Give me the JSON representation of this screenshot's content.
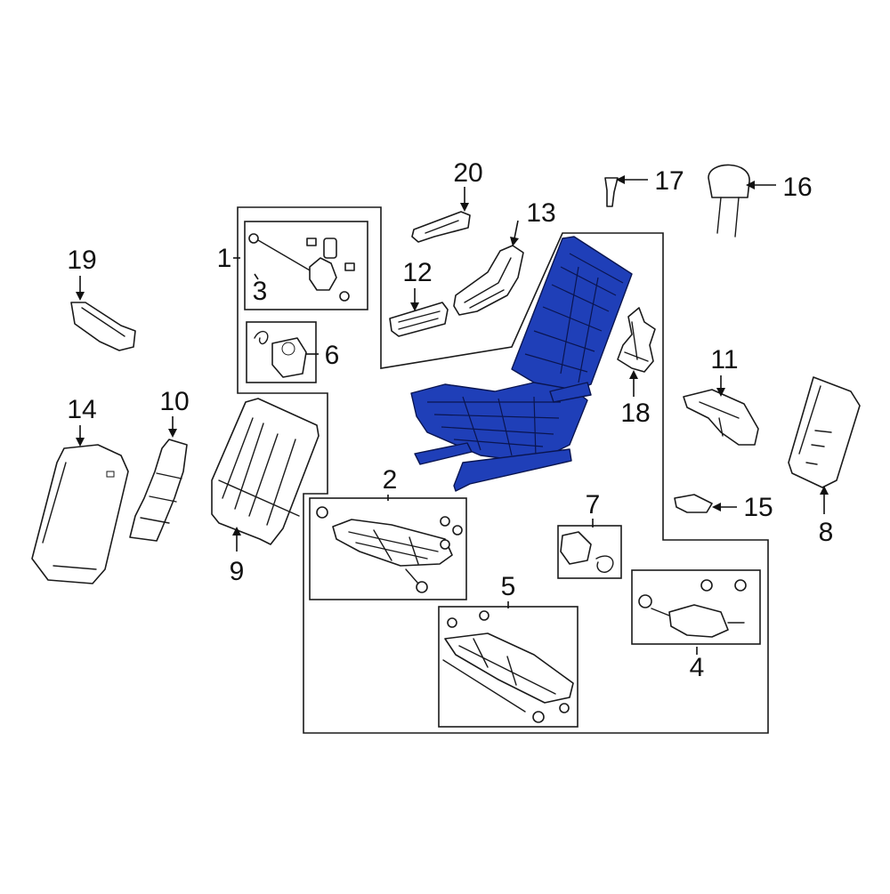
{
  "diagram": {
    "highlight_color": "#1f3fb8",
    "callouts": [
      {
        "id": "c1",
        "label": "1"
      },
      {
        "id": "c2",
        "label": "2"
      },
      {
        "id": "c3",
        "label": "3"
      },
      {
        "id": "c4",
        "label": "4"
      },
      {
        "id": "c5",
        "label": "5"
      },
      {
        "id": "c6",
        "label": "6"
      },
      {
        "id": "c7",
        "label": "7"
      },
      {
        "id": "c8",
        "label": "8"
      },
      {
        "id": "c9",
        "label": "9"
      },
      {
        "id": "c10",
        "label": "10"
      },
      {
        "id": "c11",
        "label": "11"
      },
      {
        "id": "c12",
        "label": "12"
      },
      {
        "id": "c13",
        "label": "13"
      },
      {
        "id": "c14",
        "label": "14"
      },
      {
        "id": "c15",
        "label": "15"
      },
      {
        "id": "c16",
        "label": "16"
      },
      {
        "id": "c17",
        "label": "17"
      },
      {
        "id": "c18",
        "label": "18"
      },
      {
        "id": "c19",
        "label": "19"
      },
      {
        "id": "c20",
        "label": "20"
      }
    ]
  }
}
